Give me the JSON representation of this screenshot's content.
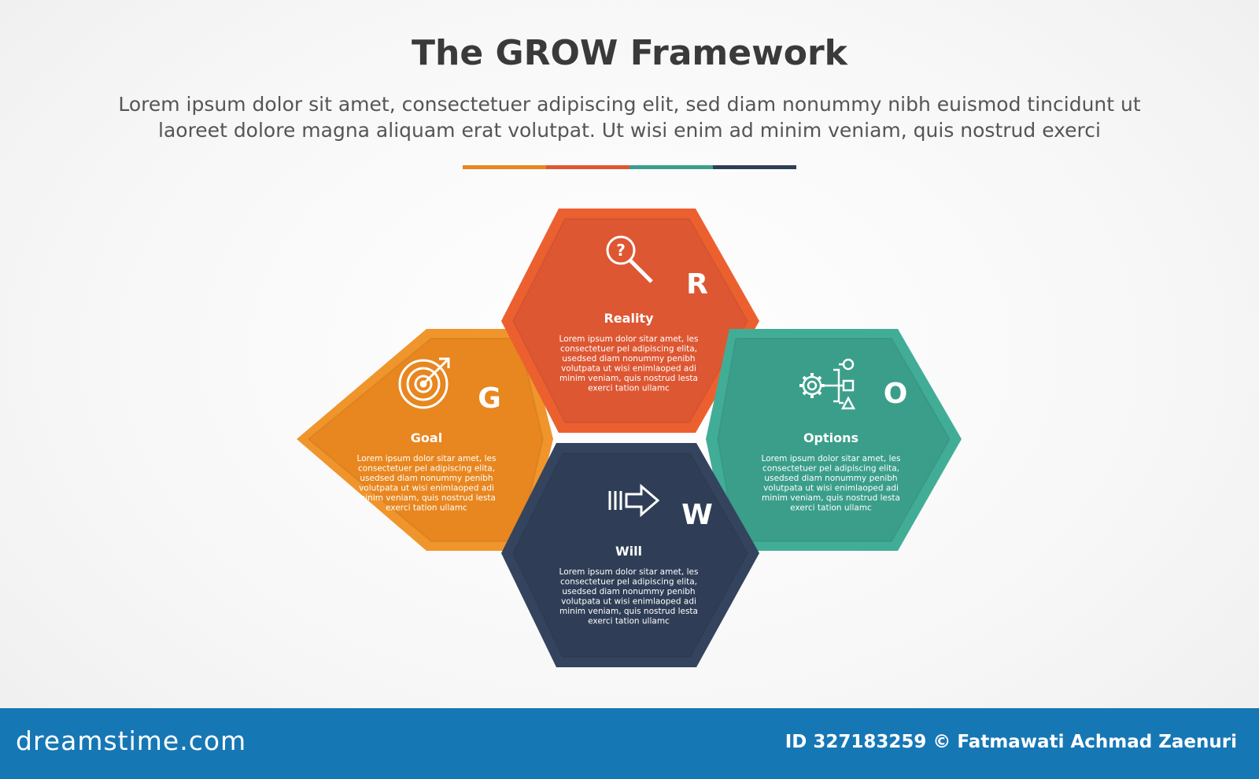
{
  "header": {
    "title": "The GROW Framework",
    "subtitle_line1": "Lorem ipsum dolor sit amet, consectetuer adipiscing elit, sed diam nonummy nibh euismod tincidunt ut",
    "subtitle_line2": "laoreet dolore magna aliquam erat volutpat. Ut wisi enim ad minim veniam, quis nostrud exerci"
  },
  "divider_colors": [
    "#e8861f",
    "#dd5733",
    "#3a9e8a",
    "#2f3e56"
  ],
  "steps": [
    {
      "key": "goal",
      "letter": "G",
      "title": "Goal",
      "icon": "target-icon",
      "color": "#e8861f",
      "edge": "#f0952c",
      "body": [
        "Lorem ipsum dolor sitar amet, les",
        "consectetuer pel adipiscing elita,",
        "usedsed diam nonummy penibh",
        "volutpata ut wisi enimlaoped adi",
        "minim veniam, quis nostrud lesta",
        "exerci tation ullamc"
      ]
    },
    {
      "key": "reality",
      "letter": "R",
      "title": "Reality",
      "icon": "magnifier-question-icon",
      "color": "#dd5733",
      "edge": "#ec6030",
      "body": [
        "Lorem ipsum dolor sitar amet, les",
        "consectetuer pel adipiscing elita,",
        "usedsed diam nonummy penibh",
        "volutpata ut wisi enimlaoped adi",
        "minim veniam, quis nostrud lesta",
        "exerci tation ullamc"
      ]
    },
    {
      "key": "options",
      "letter": "O",
      "title": "Options",
      "icon": "gear-flowchart-icon",
      "color": "#3a9e8a",
      "edge": "#42ad97",
      "body": [
        "Lorem ipsum dolor sitar amet, les",
        "consectetuer pel adipiscing elita,",
        "usedsed diam nonummy penibh",
        "volutpata ut wisi enimlaoped adi",
        "minim veniam, quis nostrud lesta",
        "exerci tation ullamc"
      ]
    },
    {
      "key": "will",
      "letter": "W",
      "title": "Will",
      "icon": "arrow-right-icon",
      "color": "#2f3e56",
      "edge": "#34445e",
      "body": [
        "Lorem ipsum dolor sitar amet, les",
        "consectetuer pel adipiscing elita,",
        "usedsed diam nonummy penibh",
        "volutpata ut wisi enimlaoped adi",
        "minim veniam, quis nostrud lesta",
        "exerci tation ullamc"
      ]
    }
  ],
  "footer": {
    "brand": "dreamstime.com",
    "credit": "ID 327183259 © Fatmawati  Achmad Zaenuri"
  }
}
